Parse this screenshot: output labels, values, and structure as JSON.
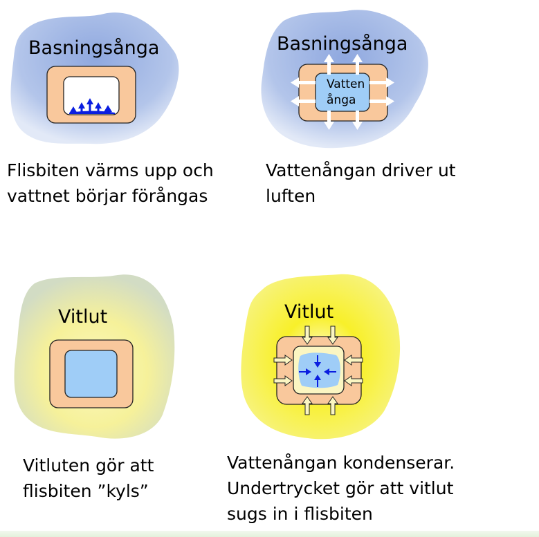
{
  "panels": [
    {
      "medium": "Basningsånga",
      "caption": [
        "Flisbiten värms upp och",
        "vattnet börjar förångas"
      ]
    },
    {
      "medium": "Basningsånga",
      "vapor_label": [
        "Vatten",
        "ånga"
      ],
      "caption": [
        "Vattenångan driver ut",
        "luften"
      ]
    },
    {
      "medium": "Vitlut",
      "caption": [
        "Vitluten gör att",
        "flisbiten ”kyls”"
      ]
    },
    {
      "medium": "Vitlut",
      "caption": [
        "Vattenångan kondenserar.",
        "Undertrycket gör att vitlut",
        "sugs in i flisbiten"
      ]
    }
  ],
  "colors": {
    "steam_cloud": "#9db4e3",
    "liquor_cloud": "#f4ec2a",
    "chip_wood": "#f9c89c",
    "water_vapor": "#9fcdf7",
    "arrow_blue": "#0a1ee0",
    "arrow_hollow": "#fbf6c2"
  }
}
